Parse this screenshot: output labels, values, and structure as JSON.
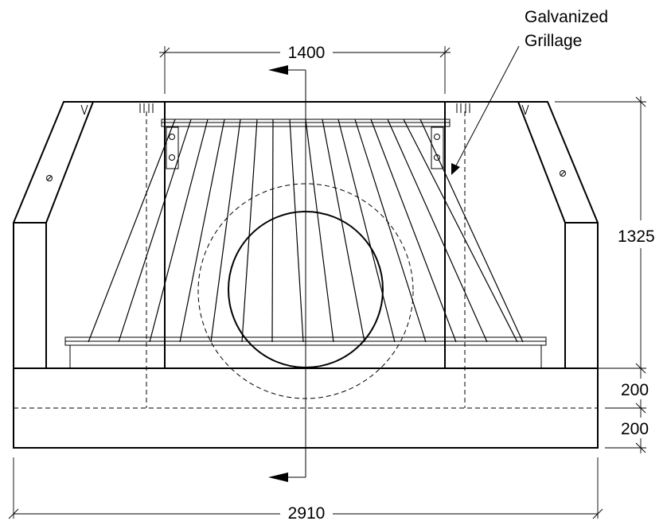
{
  "diagram": {
    "callout": {
      "line1": "Galvanized",
      "line2": "Grillage"
    },
    "dimensions": {
      "top_width": "1400",
      "overall_width": "2910",
      "height": "1325",
      "slab_upper": "200",
      "slab_lower": "200"
    }
  }
}
